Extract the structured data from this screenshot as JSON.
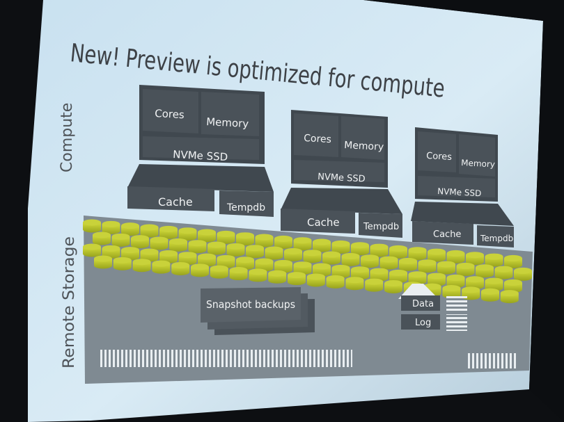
{
  "slide": {
    "title": "New! Preview is optimized for compute",
    "side_labels": {
      "compute": "Compute",
      "storage": "Remote Storage"
    },
    "nodes": [
      {
        "cores": "Cores",
        "memory": "Memory",
        "ssd": "NVMe SSD",
        "cache": "Cache",
        "tempdb": "Tempdb"
      },
      {
        "cores": "Cores",
        "memory": "Memory",
        "ssd": "NVMe SSD",
        "cache": "Cache",
        "tempdb": "Tempdb"
      },
      {
        "cores": "Cores",
        "memory": "Memory",
        "ssd": "NVMe SSD",
        "cache": "Cache",
        "tempdb": "Tempdb"
      }
    ],
    "storage": {
      "snapshot": "Snapshot backups",
      "data": "Data",
      "log": "Log"
    },
    "colors": {
      "slide_bg": "#d3e6f2",
      "panel": "#4a5259",
      "storage_band": "#7f8a92",
      "disk": "#b7c42a",
      "text": "#f1f3f4",
      "title": "#3d4146"
    }
  }
}
